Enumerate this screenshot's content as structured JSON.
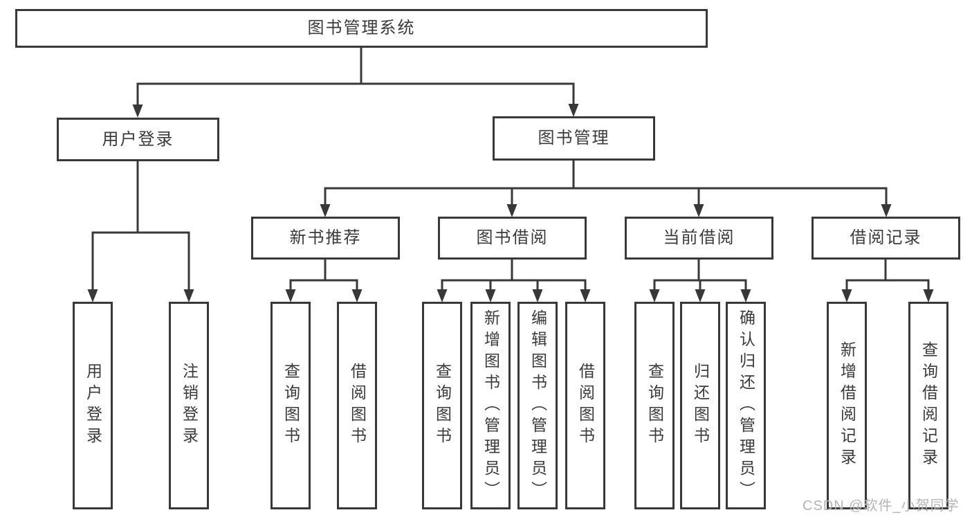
{
  "diagram": {
    "title": "图书管理系统",
    "level2": {
      "user_login": "用户登录",
      "book_management": "图书管理"
    },
    "level3": {
      "new_book_recommend": "新书推荐",
      "book_borrow": "图书借阅",
      "current_borrow": "当前借阅",
      "borrow_records": "借阅记录"
    },
    "leaves": {
      "user_login": [
        "用户登录",
        "注销登录"
      ],
      "new_book_recommend": [
        "查询图书",
        "借阅图书"
      ],
      "book_borrow": [
        "查询图书",
        "新增图书（管理员）",
        "编辑图书（管理员）",
        "借阅图书"
      ],
      "current_borrow": [
        "查询图书",
        "归还图书",
        "确认归还（管理员）"
      ],
      "borrow_records": [
        "新增借阅记录",
        "查询借阅记录"
      ]
    }
  },
  "watermark": "CSDN @软件_小贺同学",
  "colors": {
    "line": "#383838",
    "text": "#3a3a3a",
    "watermark_text": "#b4b4b4",
    "background": "#ffffff"
  }
}
